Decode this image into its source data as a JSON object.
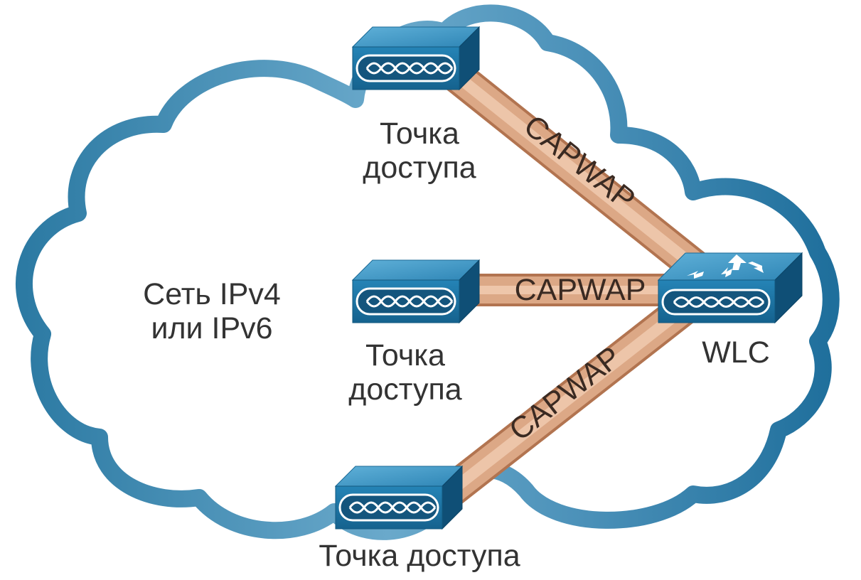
{
  "network": {
    "label_line1": "Сеть IPv4",
    "label_line2": "или IPv6"
  },
  "access_points": {
    "top": {
      "line1": "Точка",
      "line2": "доступа"
    },
    "middle": {
      "line1": "Точка",
      "line2": "доступа"
    },
    "bottom": {
      "label": "Точка доступа"
    }
  },
  "controller": {
    "label": "WLC"
  },
  "links": {
    "top": "CAPWAP",
    "middle": "CAPWAP",
    "bottom": "CAPWAP"
  },
  "colors": {
    "cloud_dark": "#2a7ea8",
    "cloud_light": "#a9cfe2",
    "device_top": "#3c96c6",
    "device_front": "#1a6d9c",
    "device_side": "#0f4f76",
    "tunnel": "#dba57f"
  }
}
